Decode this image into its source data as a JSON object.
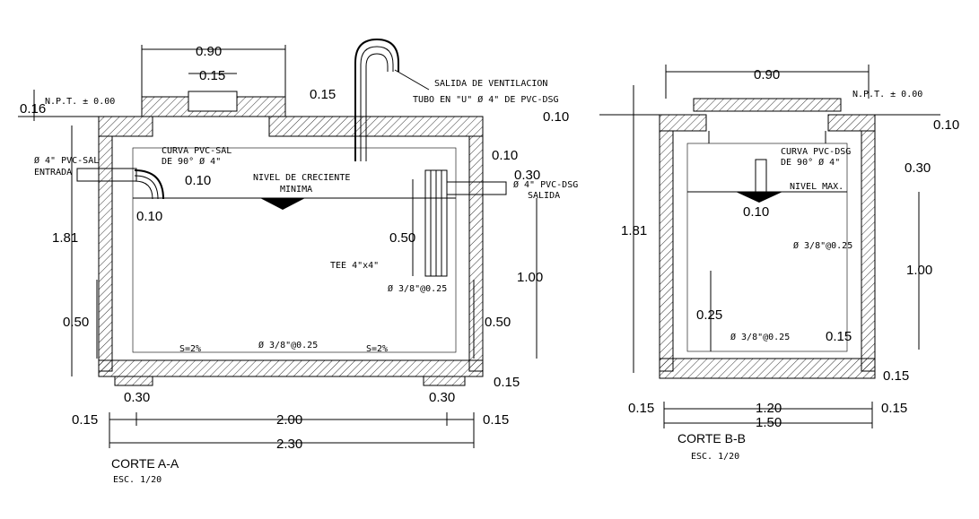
{
  "section_a": {
    "title": "CORTE A-A",
    "scale": "ESC. 1/20",
    "dims": {
      "top_width": "0.90",
      "lid_width": "0.15",
      "vent_offset": "0.15",
      "npt_slab": "0.16",
      "slab_thk_right": "0.10",
      "wall_top_right": "0.10",
      "outlet_drop": "0.30",
      "inlet_drop": "0.10",
      "inlet_drop2": "0.10",
      "total_height": "1.81",
      "tee_length": "0.50",
      "water_depth": "1.00",
      "base_left": "0.50",
      "base_right": "0.50",
      "bottom_slab": "0.15",
      "footing_left": "0.30",
      "footing_right": "0.30",
      "wall_left": "0.15",
      "inner_width": "2.00",
      "wall_right": "0.15",
      "outer_width": "2.30"
    },
    "labels": {
      "npt": "N.P.T. ± 0.00",
      "vent_line1": "SALIDA DE VENTILACION",
      "vent_line2": "TUBO EN \"U\" Ø 4\" DE PVC-DSG",
      "curve_line1": "CURVA PVC-SAL",
      "curve_line2": "DE 90° Ø 4\"",
      "inlet_line1": "Ø 4\" PVC-SAL",
      "inlet_line2": "ENTRADA",
      "level_line1": "NIVEL DE CRECIENTE",
      "level_line2": "MINIMA",
      "outlet_line1": "Ø 4\" PVC-DSG",
      "outlet_line2": "SALIDA",
      "tee": "TEE 4\"x4\"",
      "rebar_wall": "Ø 3/8\"@0.25",
      "rebar_floor": "Ø 3/8\"@0.25",
      "slope_left": "S=2%",
      "slope_right": "S=2%"
    }
  },
  "section_b": {
    "title": "CORTE B-B",
    "scale": "ESC. 1/20",
    "dims": {
      "top_width": "0.90",
      "slab_thk": "0.10",
      "outlet_drop": "0.30",
      "total_height": "1.81",
      "water_depth": "1.00",
      "curve_drop": "0.10",
      "base": "0.25",
      "floor_cover": "0.15",
      "bottom_slab": "0.15",
      "wall_left": "0.15",
      "inner_width": "1.20",
      "wall_right": "0.15",
      "outer_width": "1.50"
    },
    "labels": {
      "npt": "N.P.T. ± 0.00",
      "curve_line1": "CURVA PVC-DSG",
      "curve_line2": "DE 90° Ø 4\"",
      "level": "NIVEL MAX.",
      "rebar_wall": "Ø 3/8\"@0.25",
      "rebar_floor": "Ø 3/8\"@0.25"
    }
  }
}
